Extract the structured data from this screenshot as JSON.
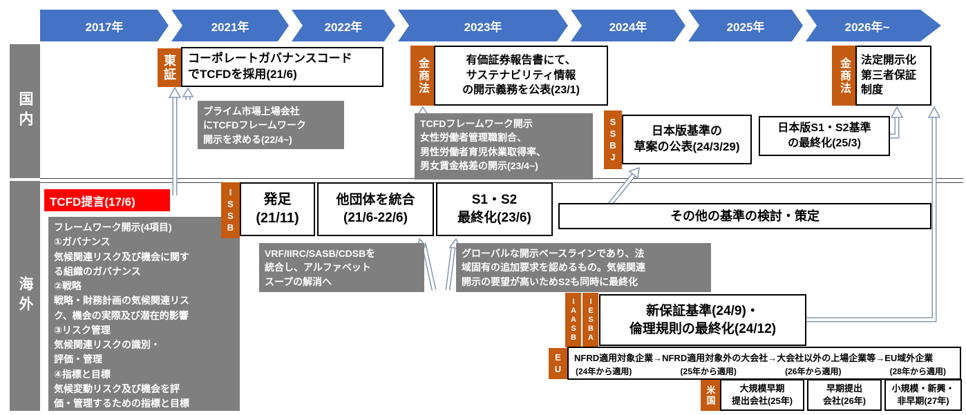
{
  "colors": {
    "timeline_blue": "#4472C4",
    "tag_orange": "#C55A11",
    "note_gray": "#7F7F7F",
    "highlight_red": "#FF0000"
  },
  "timeline": {
    "years": [
      "2017年",
      "2021年",
      "2022年",
      "2023年",
      "2024年",
      "2025年",
      "2026年~"
    ]
  },
  "row_labels": {
    "domestic": "国内",
    "overseas": "海外"
  },
  "domestic": {
    "tse": {
      "tag": "東証",
      "title": "コーポレートガバナンスコード\nでTCFDを採用(21/6)",
      "note": "プライム市場上場会社\nにTCFDフレームワーク\n開示を求める(22/4~)"
    },
    "fsa_2023": {
      "tag": "金商法",
      "title": "有価証券報告書にて、\nサステナビリティ情報\nの開示義務を公表(23/1)",
      "note": "TCFDフレームワーク開示\n女性労働者管理職割合、\n男性労働者育児休業取得率、\n男女賃金格差の開示(23/4~)"
    },
    "ssbj": {
      "tag": "SSBJ",
      "draft": "日本版基準の\n草案の公表(24/3/29)",
      "final": "日本版S1・S2基準\nの最終化(25/3)"
    },
    "fsa_future": {
      "tag": "金商法",
      "title": "法定開示化\n第三者保証\n制度"
    }
  },
  "overseas": {
    "tcfd": {
      "title": "TCFD提言(17/6)",
      "framework": "フレームワーク開示(4項目)\n①ガバナンス\n気候関連リスク及び機会に関す\nる組織のガバナンス\n②戦略\n戦略・財務計画の気候関連リス\nク、機会の実際及び潜在的影響\n③リスク管理\n気候関連リスクの識別・\n評価・管理\n④指標と目標\n気候変動リスク及び機会を評\n価・管理するための指標と目標"
    },
    "issb": {
      "tag": "ISSB",
      "founded": "発足\n(21/11)",
      "merged": "他団体を統合\n(21/6-22/6)",
      "s1s2": "S1・S2\n最終化(23/6)",
      "other_standards": "その他の基準の検討・策定",
      "merge_note": "VRF/IIRC/SASB/CDSBを\n統合し、アルファベット\nスープの解消へ",
      "s1s2_note": "グローバルな開示ベースラインであり、法\n域固有の追加要求を認めるもの。気候関連\n開示の要望が高いためS2も同時に最終化"
    },
    "assurance": {
      "tag_iaasb": "IAASB",
      "tag_iesba": "IESBA",
      "title": "新保証基準(24/9)・\n倫理規則の最終化(24/12)"
    },
    "eu": {
      "tag": "EU",
      "scope_line": "NFRD適用対象企業→NFRD適用対象外の大会社→大会社以外の上場企業等→EU域外企業",
      "apply_years": [
        "(24年から適用)",
        "(25年から適用)",
        "(26年から適用)",
        "(28年から適用)"
      ]
    },
    "us": {
      "tag": "米国",
      "phases": [
        "大規模早期\n提出会社(25年)",
        "早期提出\n会社(26年)",
        "小規模・新興・\n非早期(27年)"
      ]
    }
  }
}
